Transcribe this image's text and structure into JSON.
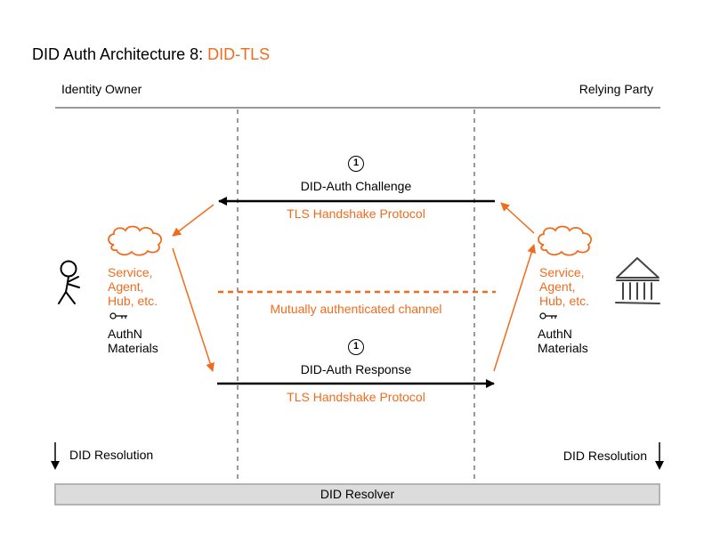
{
  "title": {
    "prefix": "DID Auth Architecture 8: ",
    "accent": "DID-TLS"
  },
  "identity_owner": {
    "label": "Identity Owner",
    "service_lines": [
      "Service,",
      "Agent,",
      "Hub, etc."
    ],
    "authn_lines": [
      "AuthN",
      "Materials"
    ],
    "icons": [
      "stick-figure-icon",
      "cloud-icon",
      "key-icon"
    ]
  },
  "relying_party": {
    "label": "Relying Party",
    "service_lines": [
      "Service,",
      "Agent,",
      "Hub, etc."
    ],
    "authn_lines": [
      "AuthN",
      "Materials"
    ],
    "icons": [
      "building-icon",
      "cloud-icon",
      "key-icon"
    ]
  },
  "challenge": {
    "step": "1",
    "label": "DID-Auth Challenge",
    "protocol": "TLS Handshake Protocol"
  },
  "channel": {
    "label": "Mutually authenticated channel"
  },
  "response": {
    "step": "1",
    "label": "DID-Auth Response",
    "protocol": "TLS Handshake Protocol"
  },
  "resolution": {
    "left": "DID Resolution",
    "right": "DID Resolution"
  },
  "resolver": {
    "label": "DID Resolver"
  },
  "colors": {
    "accent": "#f26b1d",
    "line": "#999999",
    "resolver_fill": "#dcdcdc"
  }
}
